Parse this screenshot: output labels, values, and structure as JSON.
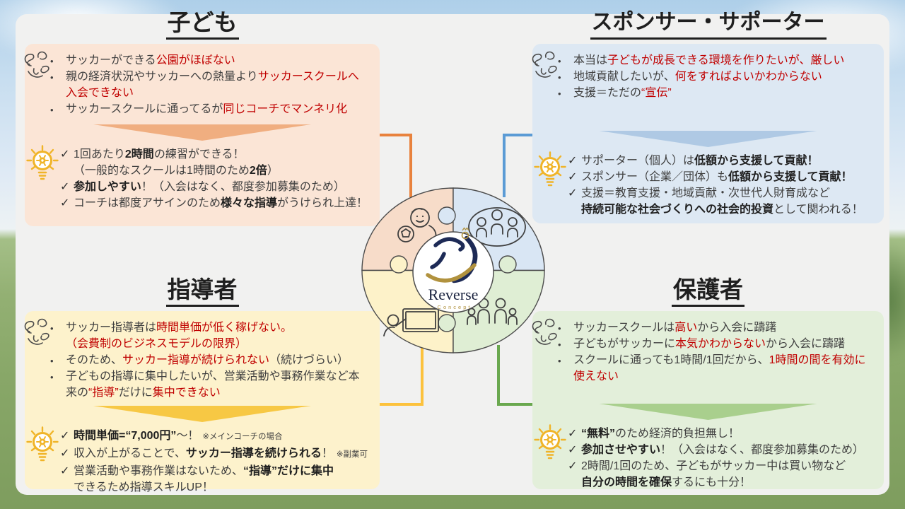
{
  "markers": {
    "problem": "•",
    "solution": "✓"
  },
  "center": {
    "logo_title": "Reverse",
    "logo_subtitle": "Concept"
  },
  "colors": {
    "highlight_red": "#c00000",
    "children_accent": "#ed7d31",
    "sponsors_accent": "#5b9bd5",
    "coaches_accent": "#ffc000",
    "parents_accent": "#70ad47",
    "children_box": "#fbe5d6",
    "sponsors_box": "#dde8f3",
    "coaches_box": "#fdf2cc",
    "parents_box": "#e3efda"
  },
  "icons": {
    "confusion": "scribble-confusion-icon",
    "idea": "lightbulb-gear-icon",
    "children": "child-soccer-icon",
    "sponsors": "group-people-icon",
    "coaches": "coach-whiteboard-icon",
    "parents": "family-icon",
    "logo": "reverse-concept-logo"
  },
  "quadrants": {
    "children": {
      "title": "子ども",
      "problems": [
        [
          {
            "t": "サッカーができる"
          },
          {
            "t": "公園がほぼない",
            "red": true
          }
        ],
        [
          {
            "t": "親の経済状況やサッカーへの熱量より"
          },
          {
            "t": "サッカースクールへ",
            "red": true
          },
          {
            "br": true
          },
          {
            "t": "入会できない",
            "red": true
          }
        ],
        [
          {
            "t": "サッカースクールに通ってるが"
          },
          {
            "t": "同じコーチでマンネリ化",
            "red": true
          }
        ]
      ],
      "solutions": [
        [
          {
            "t": "1回あたり"
          },
          {
            "t": "2時間",
            "bold": true
          },
          {
            "t": "の練習ができる！"
          },
          {
            "br": true
          },
          {
            "t": "（一般的なスクールは1時間のため"
          },
          {
            "t": "2倍",
            "bold": true
          },
          {
            "t": "）"
          }
        ],
        [
          {
            "t": "参加しやすい",
            "bold": true
          },
          {
            "t": "！（入会はなく、都度参加募集のため）"
          }
        ],
        [
          {
            "t": "コーチは都度アサインのため"
          },
          {
            "t": "様々な指導",
            "bold": true
          },
          {
            "t": "がうけられ上達！"
          }
        ]
      ]
    },
    "sponsors": {
      "title": "スポンサー・サポーター",
      "problems": [
        [
          {
            "t": "本当は"
          },
          {
            "t": "子どもが成長できる環境を作りたいが、厳しい",
            "red": true
          }
        ],
        [
          {
            "t": "地域貢献したいが、"
          },
          {
            "t": "何をすればよいかわからない",
            "red": true
          }
        ],
        [
          {
            "t": "支援＝ただの"
          },
          {
            "t": "“宣伝”",
            "red": true
          }
        ]
      ],
      "solutions": [
        [
          {
            "t": "サポーター（個人）は"
          },
          {
            "t": "低額から支援して貢献！",
            "bold": true
          }
        ],
        [
          {
            "t": "スポンサー（企業／団体）も"
          },
          {
            "t": "低額から支援して貢献！",
            "bold": true
          }
        ],
        [
          {
            "t": "支援＝教育支援・地域貢献・次世代人財育成など"
          },
          {
            "br": true
          },
          {
            "t": "持続可能な社会づくりへの社会的投資",
            "bold": true
          },
          {
            "t": "として関われる！"
          }
        ]
      ]
    },
    "coaches": {
      "title": "指導者",
      "problems": [
        [
          {
            "t": "サッカー指導者は"
          },
          {
            "t": "時間単価が低く稼げない。",
            "red": true
          },
          {
            "br": true
          },
          {
            "t": "（会費制のビジネスモデルの限界）",
            "red": true
          }
        ],
        [
          {
            "t": "そのため、"
          },
          {
            "t": "サッカー指導が続けられない",
            "red": true
          },
          {
            "t": "（続けづらい）"
          }
        ],
        [
          {
            "t": "子どもの指導に集中したいが、営業活動や事務作業など本"
          },
          {
            "br": true
          },
          {
            "t": "来の"
          },
          {
            "t": "“指導”",
            "red": true
          },
          {
            "t": "だけに"
          },
          {
            "t": "集中できない",
            "red": true
          }
        ]
      ],
      "solutions": [
        [
          {
            "t": "時間単価=“7,000円”",
            "bold": true
          },
          {
            "t": "～！"
          },
          {
            "t": "※メインコーチの場合",
            "small": true
          }
        ],
        [
          {
            "t": "収入が上がることで、"
          },
          {
            "t": "サッカー指導を続けられる",
            "bold": true
          },
          {
            "t": "！"
          },
          {
            "t": "※副業可",
            "small": true
          }
        ],
        [
          {
            "t": "営業活動や事務作業はないため、"
          },
          {
            "t": "“指導”だけに集中",
            "bold": true
          },
          {
            "br": true
          },
          {
            "t": "できるため指導スキルUP！"
          }
        ]
      ]
    },
    "parents": {
      "title": "保護者",
      "problems": [
        [
          {
            "t": "サッカースクールは"
          },
          {
            "t": "高い",
            "red": true
          },
          {
            "t": "から入会に躊躇"
          }
        ],
        [
          {
            "t": "子どもがサッカーに"
          },
          {
            "t": "本気かわからない",
            "red": true
          },
          {
            "t": "から入会に躊躇"
          }
        ],
        [
          {
            "t": "スクールに通っても1時間/1回だから、"
          },
          {
            "t": "1時間の間を有効に",
            "red": true
          },
          {
            "br": true
          },
          {
            "t": "使えない",
            "red": true
          }
        ]
      ],
      "solutions": [
        [
          {
            "t": "“無料”",
            "bold": true
          },
          {
            "t": "のため経済的負担無し！"
          }
        ],
        [
          {
            "t": "参加させやすい",
            "bold": true
          },
          {
            "t": "！（入会はなく、都度参加募集のため）"
          }
        ],
        [
          {
            "t": "2時間/1回のため、子どもがサッカー中は買い物など"
          },
          {
            "br": true
          },
          {
            "t": "自分の時間を確保",
            "bold": true
          },
          {
            "t": "するにも十分！"
          }
        ]
      ]
    }
  }
}
